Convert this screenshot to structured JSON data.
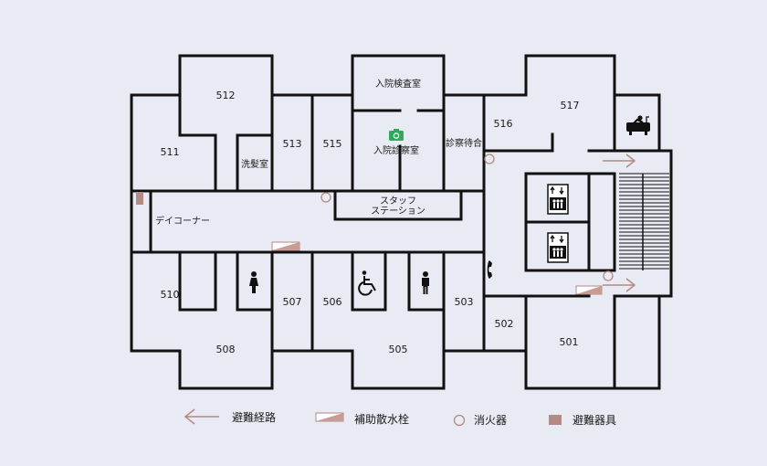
{
  "rooms": {
    "r501": "501",
    "r502": "502",
    "r503": "503",
    "r505": "505",
    "r506": "506",
    "r507": "507",
    "r508": "508",
    "r510": "510",
    "r511": "511",
    "r512": "512",
    "r513": "513",
    "r515": "515",
    "r516": "516",
    "r517": "517",
    "barber": "洗髪室",
    "exam_room": "入院検査室",
    "consult_room": "入院診察室",
    "waiting": "診察待合",
    "staff_line1": "スタッフ",
    "staff_line2": "ステーション",
    "dayroom": "デイコーナー"
  },
  "legend": {
    "evacuation_route": "避難経路",
    "aux_hose": "補助散水栓",
    "extinguisher": "消火器",
    "evacuation_equipment": "避難器具"
  },
  "colors": {
    "wall": "#111111",
    "accent": "#b38a84",
    "hose_fill": "#c79c95",
    "camera": "#2eaa5b",
    "background": "#e8ebf3"
  },
  "icons": [
    "female-toilet-icon",
    "male-toilet-icon",
    "wheelchair-toilet-icon",
    "telephone-icon",
    "camera-icon",
    "bath-icon",
    "elevator-icon",
    "stairs-icon"
  ]
}
